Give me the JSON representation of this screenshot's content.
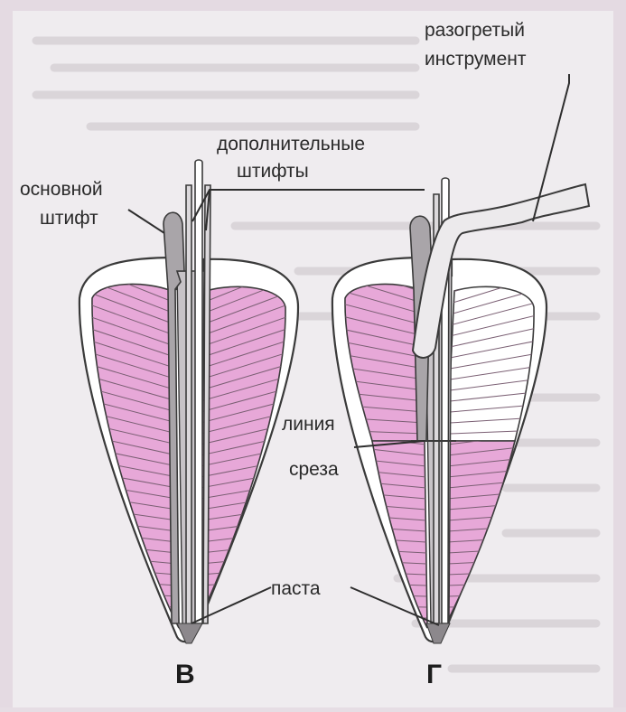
{
  "labels": {
    "main_pin": [
      "основной",
      "штифт"
    ],
    "extra_pins": [
      "дополнительные",
      "штифты"
    ],
    "heated_tool": [
      "разогретый",
      "инструмент"
    ],
    "cut_line": [
      "линия",
      "среза"
    ],
    "paste": "паста"
  },
  "panels": {
    "left": "В",
    "right": "Г"
  },
  "colors": {
    "dentin_pink": "#e7a8d8",
    "hatch_line": "#7a5f73",
    "gutta_gray": "#b3afb3",
    "outline": "#3a3a3a",
    "page_bg": "#efecef",
    "frame_bg": "#e4dae2"
  }
}
